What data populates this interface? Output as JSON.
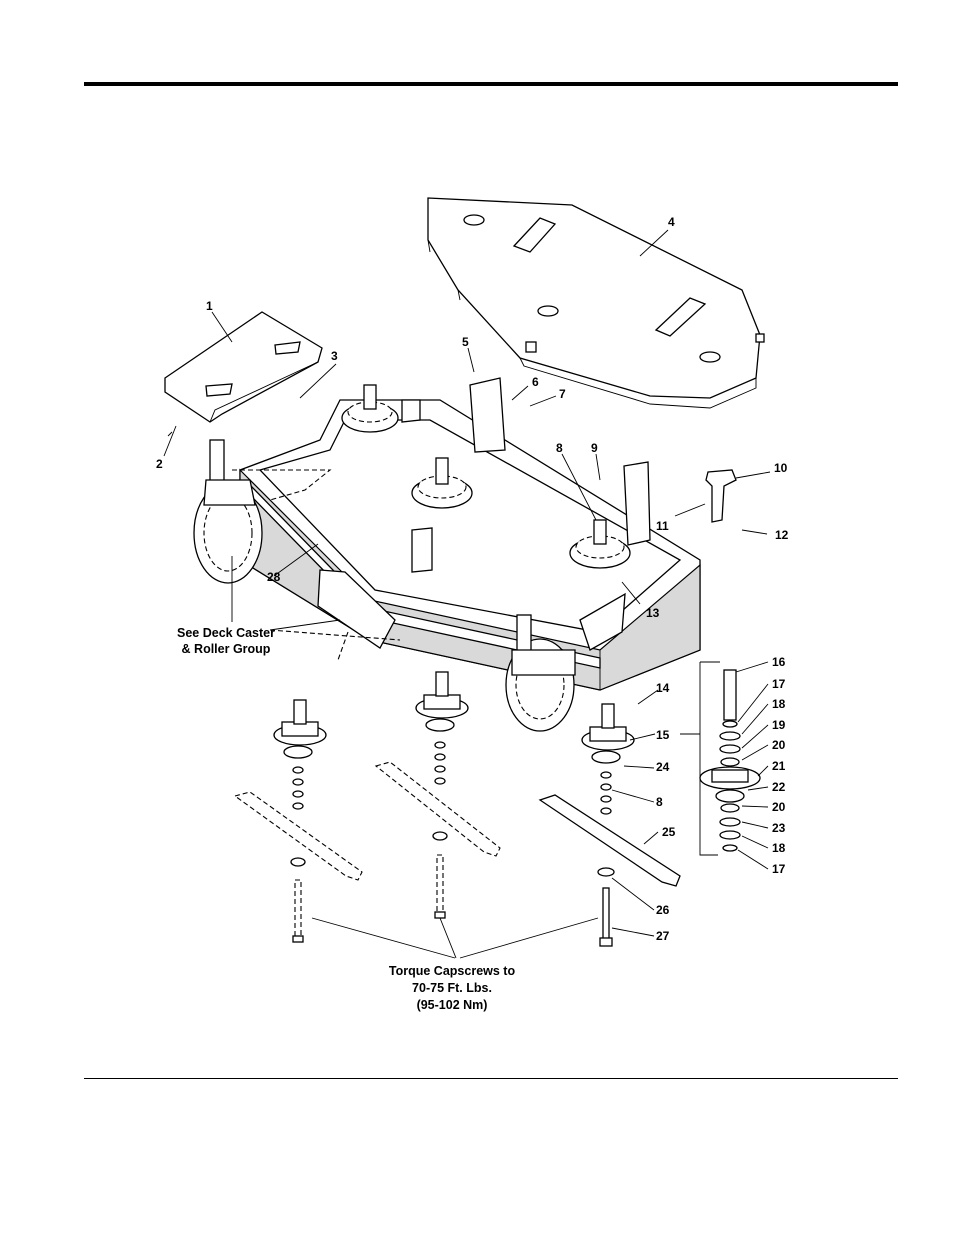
{
  "callouts": [
    {
      "id": "1",
      "text": "1"
    },
    {
      "id": "2",
      "text": "2"
    },
    {
      "id": "3",
      "text": "3"
    },
    {
      "id": "4",
      "text": "4"
    },
    {
      "id": "5",
      "text": "5"
    },
    {
      "id": "6",
      "text": "6"
    },
    {
      "id": "7",
      "text": "7"
    },
    {
      "id": "8a",
      "text": "8"
    },
    {
      "id": "9",
      "text": "9"
    },
    {
      "id": "10",
      "text": "10"
    },
    {
      "id": "11",
      "text": "11"
    },
    {
      "id": "12",
      "text": "12"
    },
    {
      "id": "13",
      "text": "13"
    },
    {
      "id": "14",
      "text": "14"
    },
    {
      "id": "15",
      "text": "15"
    },
    {
      "id": "16",
      "text": "16"
    },
    {
      "id": "17a",
      "text": "17"
    },
    {
      "id": "18a",
      "text": "18"
    },
    {
      "id": "19",
      "text": "19"
    },
    {
      "id": "20a",
      "text": "20"
    },
    {
      "id": "21",
      "text": "21"
    },
    {
      "id": "22",
      "text": "22"
    },
    {
      "id": "20b",
      "text": "20"
    },
    {
      "id": "23",
      "text": "23"
    },
    {
      "id": "18b",
      "text": "18"
    },
    {
      "id": "17b",
      "text": "17"
    },
    {
      "id": "24",
      "text": "24"
    },
    {
      "id": "8b",
      "text": "8"
    },
    {
      "id": "25",
      "text": "25"
    },
    {
      "id": "26",
      "text": "26"
    },
    {
      "id": "27",
      "text": "27"
    },
    {
      "id": "28",
      "text": "28"
    }
  ],
  "notes": {
    "caster_line1": "See Deck Caster",
    "caster_line2": "& Roller Group",
    "torque_line1": "Torque Capscrews to",
    "torque_line2": "70-75 Ft. Lbs.",
    "torque_line3": "(95-102 Nm)"
  }
}
